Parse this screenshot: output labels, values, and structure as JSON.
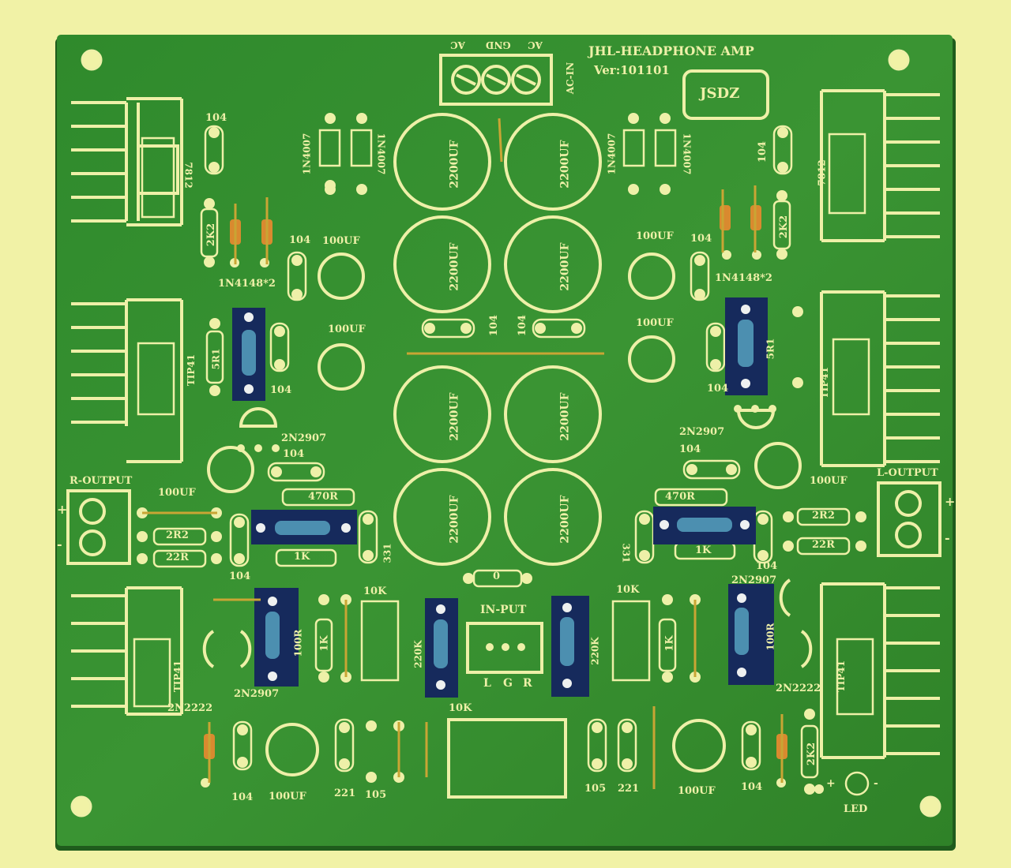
{
  "board": {
    "title": "JHL-HEADPHONE AMP",
    "version": "Ver:101101",
    "badge": "JSDZ",
    "ac_in": "AC-IN",
    "ac_left": "AC",
    "gnd": "GND",
    "ac_right": "AC",
    "r_output": "R-OUTPUT",
    "l_output": "L-OUTPUT",
    "input": "IN-PUT",
    "input_l": "L",
    "input_g": "G",
    "input_r": "R",
    "led": "LED",
    "plus": "+",
    "minus": "-"
  },
  "labels": {
    "c104": "104",
    "c100uf": "100UF",
    "c2200uf": "2200UF",
    "d1n4007": "1N4007",
    "d1n4148": "1N4148*2",
    "r2k2": "2K2",
    "reg7812": "7812",
    "tip41": "TIP41",
    "r5r1": "5R1",
    "q2n2907": "2N2907",
    "q2n2222": "2N2222",
    "r470r": "470R",
    "r1k": "1K",
    "r2r2": "2R2",
    "r22r": "22R",
    "c331": "331",
    "r0": "0",
    "r10k": "10K",
    "r100r": "100R",
    "r220k": "220K",
    "c221": "221",
    "c105": "105"
  }
}
